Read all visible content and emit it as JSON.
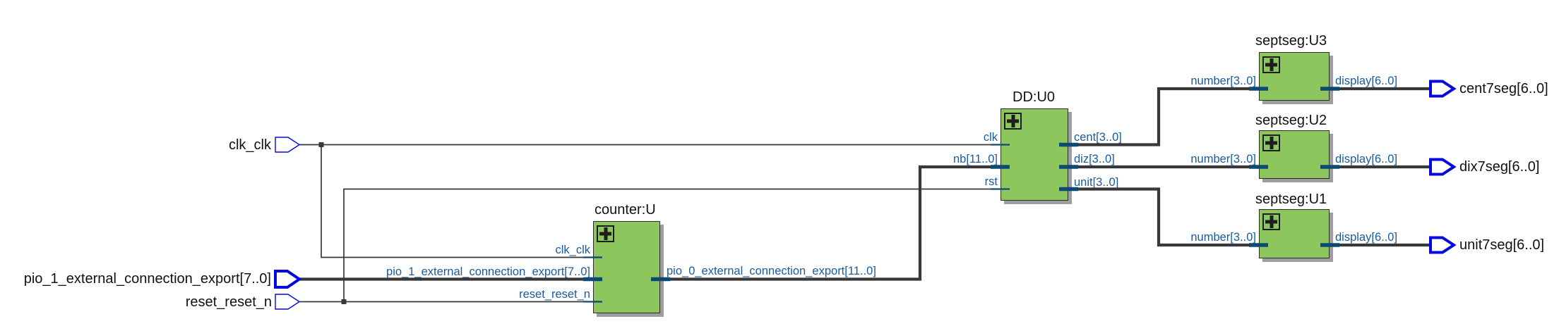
{
  "diagram_type": "rtl-netlist-schematic",
  "input_ports": [
    {
      "name": "clk_clk",
      "width": 1
    },
    {
      "name": "pio_1_external_connection_export[7..0]",
      "width": 8
    },
    {
      "name": "reset_reset_n",
      "width": 1
    }
  ],
  "output_ports": [
    {
      "name": "cent7seg[6..0]",
      "width": 7
    },
    {
      "name": "dix7seg[6..0]",
      "width": 7
    },
    {
      "name": "unit7seg[6..0]",
      "width": 7
    }
  ],
  "blocks": [
    {
      "title": "counter:U",
      "pins_in": [
        "clk_clk",
        "pio_1_external_connection_export[7..0]",
        "reset_reset_n"
      ],
      "pins_out": [
        "pio_0_external_connection_export[11..0]"
      ]
    },
    {
      "title": "DD:U0",
      "pins_in": [
        "clk",
        "nb[11..0]",
        "rst"
      ],
      "pins_out": [
        "cent[3..0]",
        "diz[3..0]",
        "unit[3..0]"
      ]
    },
    {
      "title": "septseg:U3",
      "pins_in": [
        "number[3..0]"
      ],
      "pins_out": [
        "display[6..0]"
      ]
    },
    {
      "title": "septseg:U2",
      "pins_in": [
        "number[3..0]"
      ],
      "pins_out": [
        "display[6..0]"
      ]
    },
    {
      "title": "septseg:U1",
      "pins_in": [
        "number[3..0]"
      ],
      "pins_out": [
        "display[6..0]"
      ]
    }
  ],
  "colors": {
    "background": "#FFFFFF",
    "block_fill": "#8CC65D",
    "block_border": "#2B2B2B",
    "shadow": "#9E9E9E",
    "wire": "#383838",
    "pin_stub": "#0D4A73",
    "pin_label": "#1A5A9C",
    "port_outline": "#0707DF",
    "text": "#111111"
  }
}
